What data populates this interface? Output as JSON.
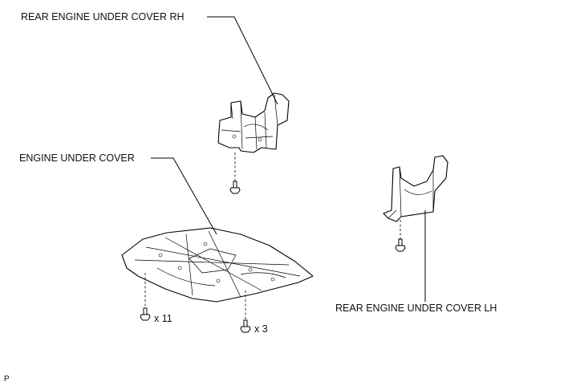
{
  "labels": {
    "rear_rh": "REAR ENGINE UNDER COVER RH",
    "engine_under_cover": "ENGINE UNDER COVER",
    "rear_lh": "REAR ENGINE UNDER COVER LH"
  },
  "quantities": {
    "main_left": "x 11",
    "main_right": "x 3"
  },
  "figure_code": "P",
  "icons": [
    "bolt-icon"
  ],
  "colors": {
    "ink": "#000000",
    "background": "#ffffff"
  }
}
